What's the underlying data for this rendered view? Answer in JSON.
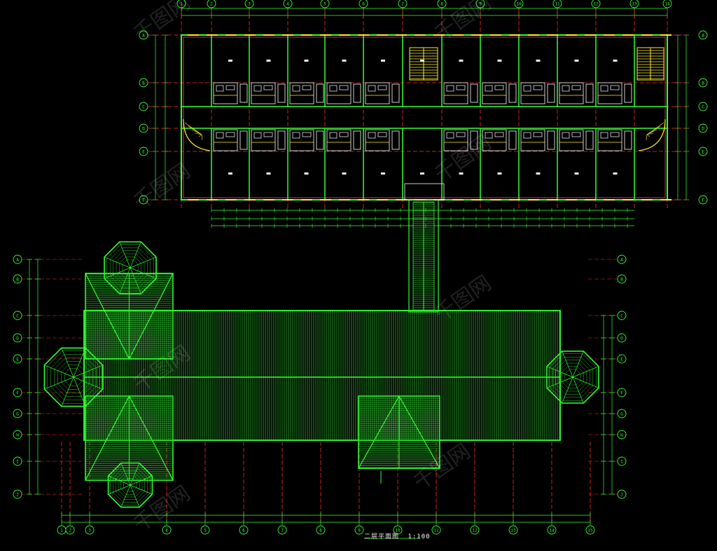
{
  "drawing": {
    "title": "二层平面图",
    "scale": "1:100",
    "colors": {
      "background": "#000000",
      "walls": "#33ff33",
      "axis_lines": "#ff2a2a",
      "dimensions": "#33ff33",
      "stairs": "#ffee33",
      "fixtures": "#ffffff",
      "room_labels": "#e8e8e8"
    },
    "watermark": "千图网",
    "upper_plan": {
      "column_bubbles": [
        "1",
        "2",
        "3",
        "4",
        "5",
        "6",
        "7",
        "8",
        "9",
        "10",
        "11",
        "12",
        "13",
        "14"
      ],
      "row_bubbles_left": [
        "A",
        "B",
        "C",
        "D",
        "E",
        "F"
      ],
      "row_bubbles_right": [
        "A",
        "B",
        "C",
        "D",
        "E",
        "F"
      ]
    },
    "lower_plan": {
      "column_bubbles": [
        "1",
        "2",
        "3",
        "4",
        "5",
        "6",
        "7",
        "8",
        "9",
        "10",
        "11",
        "12",
        "13",
        "14",
        "15"
      ],
      "row_bubbles_left": [
        "A",
        "B",
        "C",
        "D",
        "E",
        "F",
        "G",
        "H",
        "I",
        "J"
      ],
      "row_bubbles_right": [
        "A",
        "B",
        "C",
        "D",
        "E",
        "F",
        "G",
        "H",
        "I",
        "J"
      ]
    }
  }
}
